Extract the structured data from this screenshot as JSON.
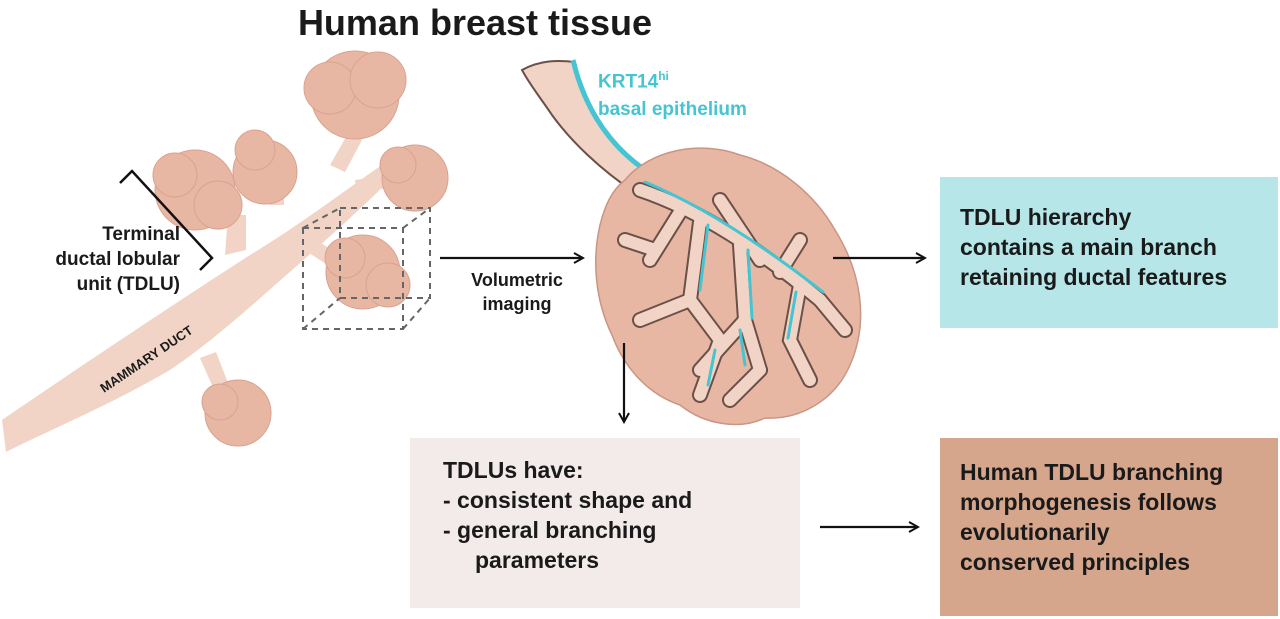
{
  "title": "Human breast tissue",
  "tdlu_label": [
    "Terminal",
    "ductal lobular",
    "unit (TDLU)"
  ],
  "duct_label": "MAMMARY DUCT",
  "krt14": {
    "name": "KRT14",
    "superscript": "hi",
    "line2": "basal epithelium"
  },
  "volumetric_label": [
    "Volumetric",
    "imaging"
  ],
  "hierarchy_box": {
    "lines": [
      "TDLU hierarchy",
      "contains a main branch",
      "retaining ductal features"
    ]
  },
  "tdlus_box": {
    "lines": [
      "TDLUs have:",
      "- consistent shape and",
      "- general branching",
      "parameters"
    ]
  },
  "conclusion_box": {
    "lines": [
      "Human TDLU branching",
      "morphogenesis follows",
      "evolutionarily",
      "conserved principles"
    ]
  },
  "colors": {
    "tissue": "#f1d4c6",
    "lobule": "#e8b7a4",
    "lobule_dark": "#c99584",
    "outline": "#6b5048",
    "basal": "#45c5d2",
    "hierarchy_box": "#b7e6e9",
    "tdlus_box": "#f2ebea",
    "conclusion_box": "#d6a68c"
  }
}
